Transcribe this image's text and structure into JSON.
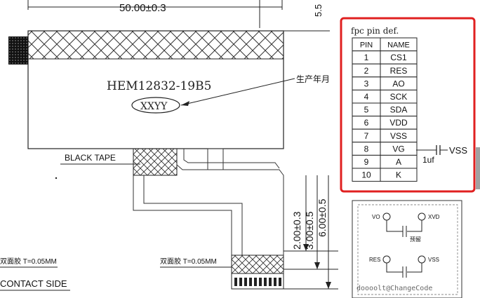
{
  "dimensions": {
    "width": "50.00±0.3",
    "right_top": "5.5",
    "d1": "2.00±0.3",
    "d2": "3.00±0.5",
    "d3": "6.00±0.5"
  },
  "module": {
    "model": "HEM12832-19B5",
    "date_code": "XXYY",
    "date_note": "生产年月"
  },
  "labels": {
    "black_tape": "BLACK TAPE",
    "tape_left": "双面胶 T=0.05MM",
    "tape_right": "双面胶 T=0.05MM",
    "contact_side": "CONTACT SIDE"
  },
  "pin_def": {
    "title": "fpc pin def.",
    "headers": [
      "PIN",
      "NAME"
    ],
    "rows": [
      [
        "1",
        "CS1"
      ],
      [
        "2",
        "RES"
      ],
      [
        "3",
        "AO"
      ],
      [
        "4",
        "SCK"
      ],
      [
        "5",
        "SDA"
      ],
      [
        "6",
        "VDD"
      ],
      [
        "7",
        "VSS"
      ],
      [
        "8",
        "VG"
      ],
      [
        "9",
        "A"
      ],
      [
        "10",
        "K"
      ]
    ],
    "cap_label": "1uf",
    "vss_label": "VSS",
    "highlight_color": "#e02020"
  },
  "schematic": {
    "vo": "VO",
    "xvd": "XVD",
    "note": "预留",
    "res": "RES",
    "vss": "VSS"
  },
  "watermark": "doooolt@ChangeCode"
}
